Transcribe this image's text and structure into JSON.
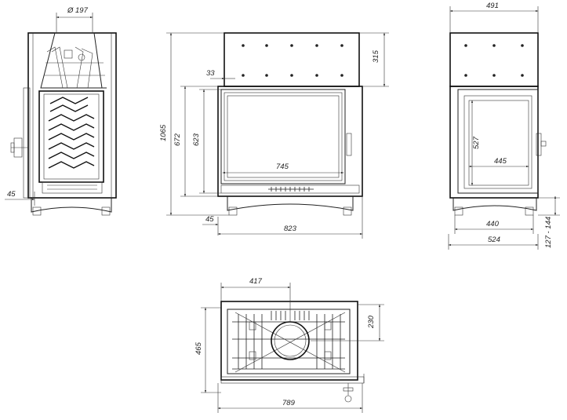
{
  "dimensions": {
    "flue_diameter": "Ø 197",
    "side_offset": "45",
    "front_top_height": "315",
    "front_offset_33": "33",
    "front_total_height": "1065",
    "front_height_672": "672",
    "front_height_623": "623",
    "front_inner_width": "745",
    "front_bottom_offset": "45",
    "front_total_width": "823",
    "back_total_width": "491",
    "back_height_527": "527",
    "back_inner_width": "445",
    "back_width_440": "440",
    "back_bottom_width": "524",
    "back_leg_height": "127 - 144",
    "top_offset_417": "417",
    "top_depth_230": "230",
    "top_total_depth": "465",
    "top_total_width": "789"
  },
  "colors": {
    "line": "#222222",
    "background": "#ffffff"
  }
}
